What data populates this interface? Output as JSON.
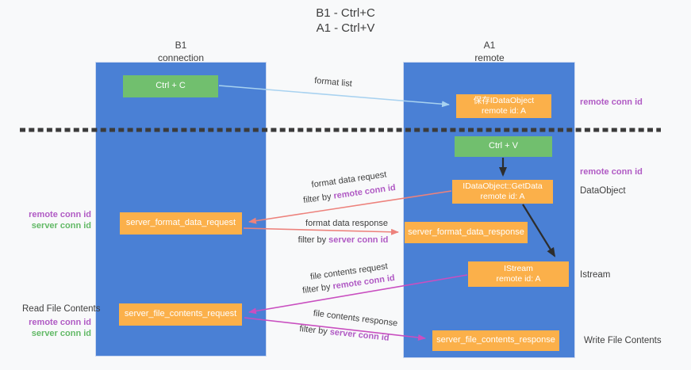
{
  "title": {
    "line1": "B1 - Ctrl+C",
    "line2": "A1 - Ctrl+V"
  },
  "columns": {
    "left": {
      "name": "B1",
      "subtitle": "connection"
    },
    "right": {
      "name": "A1",
      "subtitle": "remote"
    }
  },
  "boxes": {
    "ctrl_c": {
      "label": "Ctrl + C"
    },
    "save_idataobject": {
      "line1": "保存IDataObject",
      "line2": "remote id: A"
    },
    "ctrl_v": {
      "label": "Ctrl + V"
    },
    "getdata": {
      "line1": "IDataObject::GetData",
      "line2": "remote id: A"
    },
    "server_format_data_request": {
      "label": "server_format_data_request"
    },
    "server_format_data_response": {
      "label": "server_format_data_response"
    },
    "istream_box": {
      "line1": "IStream",
      "line2": "remote id: A"
    },
    "server_file_contents_request": {
      "label": "server_file_contents_request"
    },
    "server_file_contents_response": {
      "label": "server_file_contents_response"
    }
  },
  "right_labels": {
    "remote_conn_id_top": "remote conn id",
    "remote_conn_id_mid": "remote conn id",
    "dataobject": "DataObject",
    "istream": "Istream",
    "write_file_contents": "Write File Contents"
  },
  "left_labels": {
    "block1": {
      "remote": "remote conn id",
      "server": "server conn id"
    },
    "read_file_contents": "Read File Contents",
    "block2": {
      "remote": "remote conn id",
      "server": "server conn id"
    }
  },
  "arrow_labels": {
    "format_list": "format list",
    "format_data_request": "format data request",
    "filter_req1": {
      "prefix": "filter by ",
      "highlight": "remote conn id"
    },
    "format_data_response": "format data response",
    "filter_resp1": {
      "prefix": "filter by ",
      "highlight": "server conn id"
    },
    "file_contents_request": "file contents request",
    "filter_req2": {
      "prefix": "filter by ",
      "highlight": "remote conn id"
    },
    "file_contents_response": "file contents response",
    "filter_resp2": {
      "prefix": "filter by ",
      "highlight": "server conn id"
    }
  },
  "colors": {
    "column_blue": "#4a80d5",
    "box_green": "#71bf6e",
    "box_orange": "#fbb04a",
    "arrow_light_blue": "#a8d2f0",
    "arrow_salmon": "#ed827c",
    "arrow_magenta": "#c94fc0",
    "arrow_black": "#2d2d2d",
    "label_purple": "#b05ac4",
    "label_green": "#62b966",
    "dash_line": "#3b3b3b",
    "background": "#f8f9fa"
  }
}
